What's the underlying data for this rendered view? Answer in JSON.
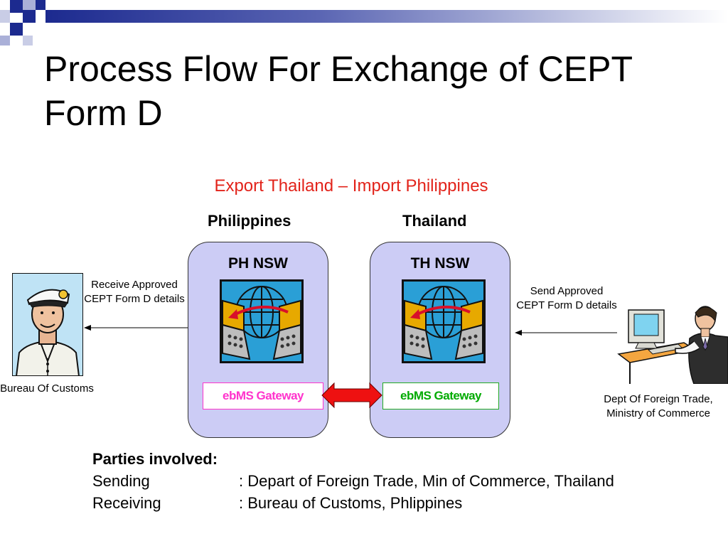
{
  "slide": {
    "title": "Process Flow For Exchange of CEPT Form D",
    "subtitle": "Export Thailand – Import Philippines"
  },
  "countries": {
    "left": "Philippines",
    "right": "Thailand"
  },
  "nodes": {
    "ph_nsw": {
      "label": "PH NSW",
      "gateway": "ebMS Gateway"
    },
    "th_nsw": {
      "label": "TH NSW",
      "gateway": "ebMS Gateway"
    }
  },
  "flows": {
    "receive": "Receive Approved CEPT Form D details",
    "send": "Send Approved CEPT Form D details"
  },
  "actors": {
    "customs": "Bureau Of Customs",
    "dft": "Dept Of Foreign Trade, Ministry of Commerce"
  },
  "parties": {
    "heading": "Parties involved:",
    "rows": [
      {
        "role": "Sending",
        "value": ": Depart of Foreign Trade, Min of Commerce, Thailand"
      },
      {
        "role": "Receiving",
        "value": ": Bureau of Customs, Phlippines"
      }
    ]
  },
  "colors": {
    "subtitle": "#e2231a",
    "nsw_fill": "#ccccf5",
    "ph_gateway": "#ff33cc",
    "th_gateway": "#00aa00",
    "exchange_arrow": "#ee1111"
  }
}
